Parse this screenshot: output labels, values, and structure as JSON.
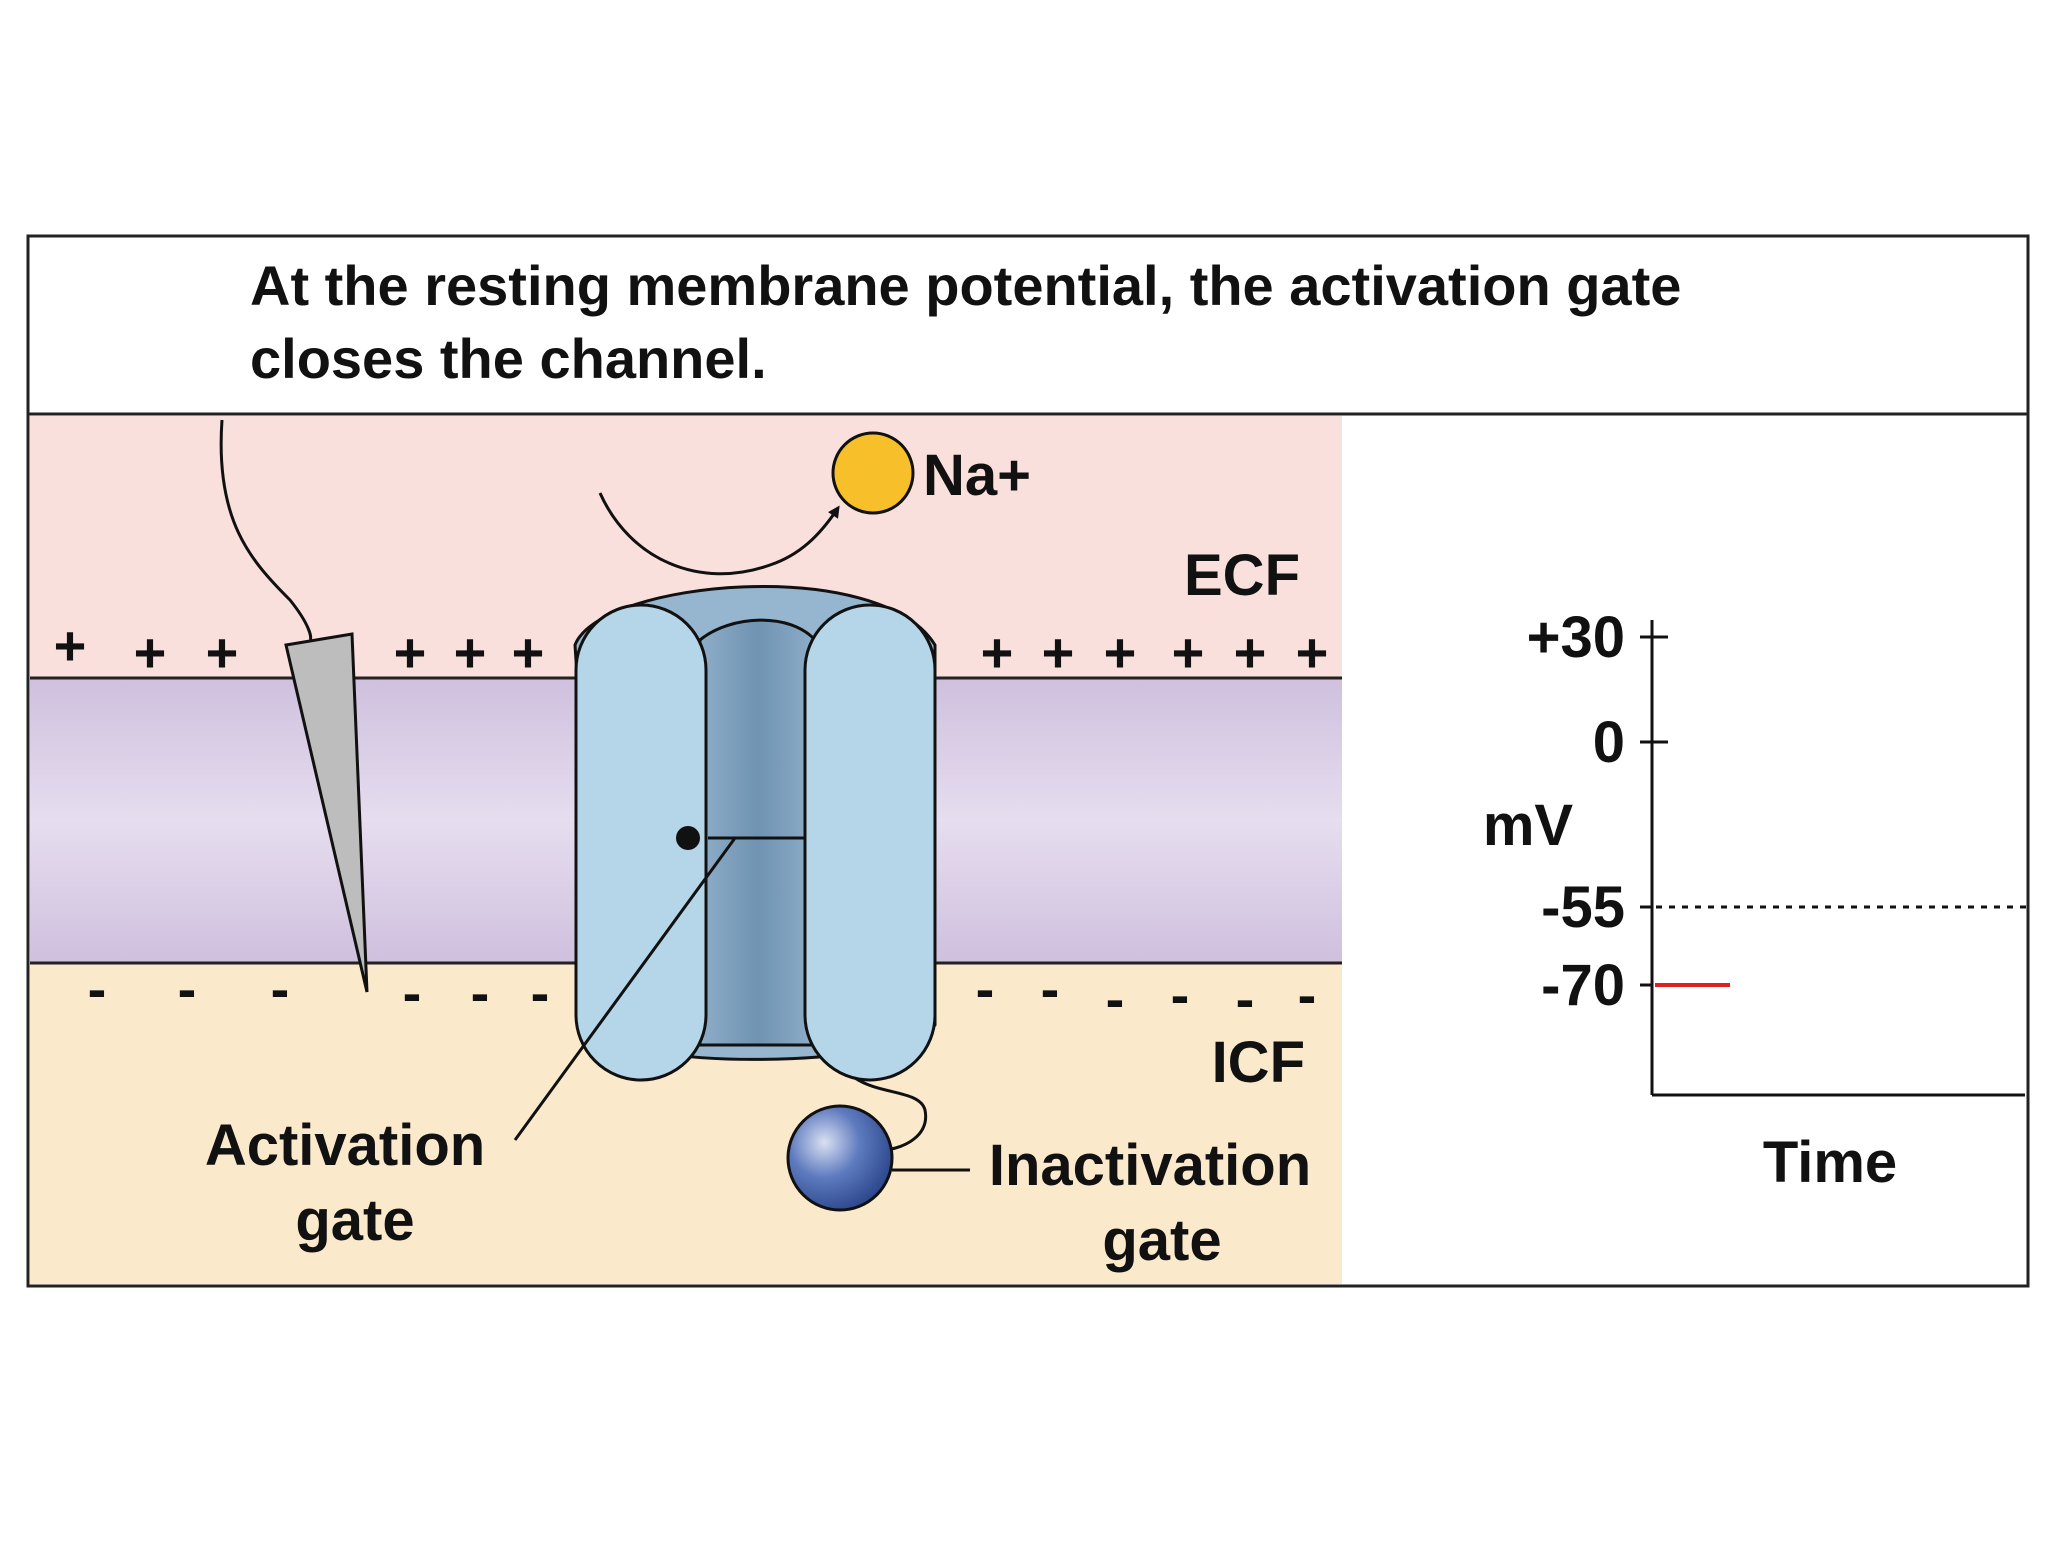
{
  "caption": {
    "line1": "At the resting membrane potential, the activation gate",
    "line2": "closes the channel."
  },
  "labels": {
    "ion": "Na+",
    "ecf": "ECF",
    "icf": "ICF",
    "activation_gate_line1": "Activation",
    "activation_gate_line2": "gate",
    "inactivation_gate_line1": "Inactivation",
    "inactivation_gate_line2": "gate",
    "plus": "+",
    "minus": "-"
  },
  "graph": {
    "y_label": "mV",
    "x_label": "Time",
    "ticks": [
      "+30",
      "0",
      "-55",
      "-70"
    ]
  },
  "chart_data": {
    "type": "line",
    "xlabel": "Time",
    "ylabel": "mV",
    "y_ticks": [
      30,
      0,
      -55,
      -70
    ],
    "threshold": -55,
    "series": [
      {
        "values": [
          -70,
          -70
        ]
      }
    ]
  },
  "colors": {
    "ecf": "#f9e0dc",
    "membrane": "#dcd0e6",
    "icf": "#fbe9cc",
    "channel_light": "#b5d6e8",
    "channel_dark": "#7fa3c0",
    "sodium": "#f7c02a",
    "inactivation_ball": "#3d5a9e",
    "trace": "#e02020"
  }
}
